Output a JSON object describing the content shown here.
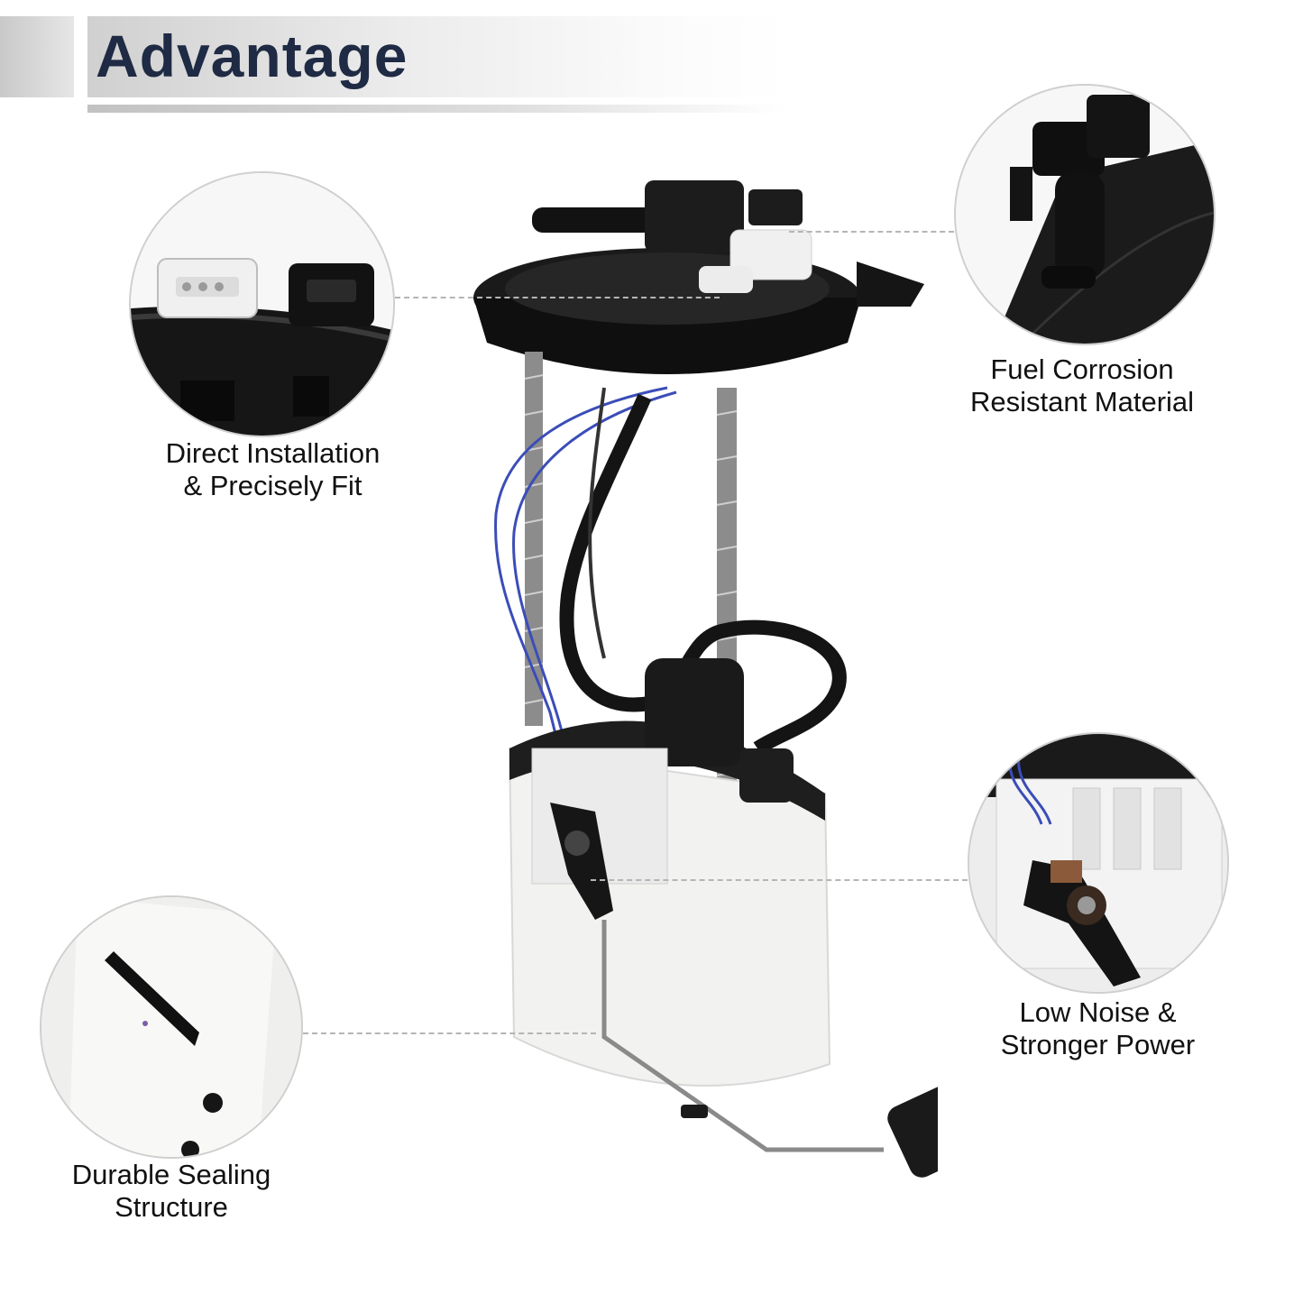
{
  "header": {
    "title": "Advantage"
  },
  "features": [
    {
      "id": "installation",
      "lines": [
        "Direct Installation",
        "& Precisely Fit"
      ]
    },
    {
      "id": "material",
      "lines": [
        "Fuel Corrosion",
        "Resistant Material"
      ]
    },
    {
      "id": "noise",
      "lines": [
        "Low Noise &",
        "Stronger Power"
      ]
    },
    {
      "id": "sealing",
      "lines": [
        "Durable Sealing",
        "Structure"
      ]
    }
  ],
  "colors": {
    "title": "#1f2a44",
    "header_band": "#d0d0d0",
    "plastic_black": "#111111",
    "housing_white": "#f2f2f0",
    "wire_blue": "#3b4db8",
    "leader_line": "#b5b5b5"
  }
}
